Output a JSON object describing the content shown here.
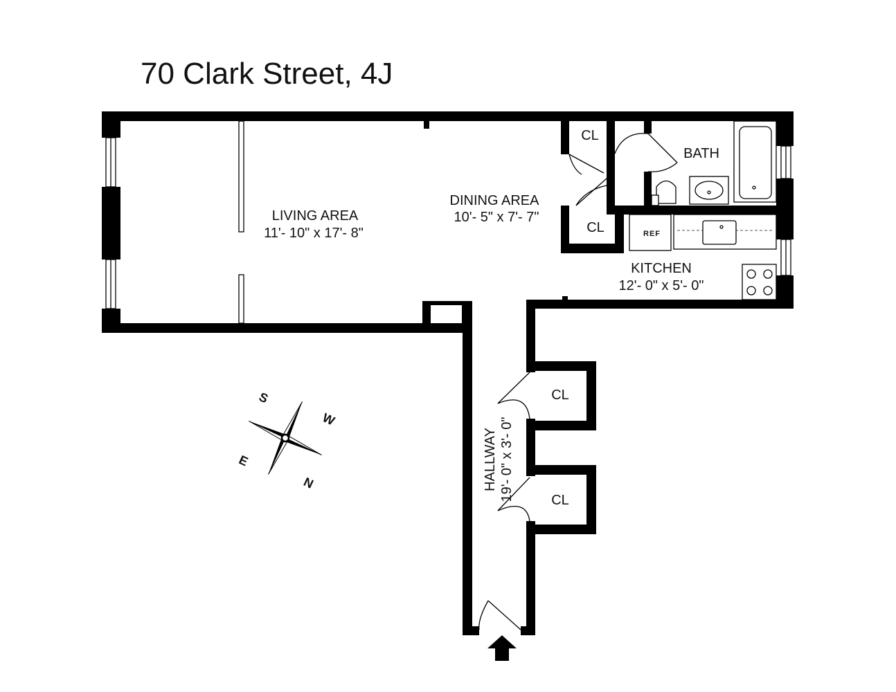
{
  "title": "70 Clark Street, 4J",
  "rooms": {
    "living": {
      "name": "LIVING AREA",
      "dims": "11'- 10\" x 17'- 8\""
    },
    "dining": {
      "name": "DINING AREA",
      "dims": "10'- 5\" x 7'- 7\""
    },
    "bath": {
      "name": "BATH"
    },
    "kitchen": {
      "name": "KITCHEN",
      "dims": "12'- 0\" x 5'- 0\""
    },
    "hallway": {
      "name": "HALLWAY",
      "dims": "19'- 0\" x 3'- 0\""
    },
    "closets": [
      "CL",
      "CL",
      "CL",
      "CL"
    ]
  },
  "fixtures": {
    "refrigerator": "REF"
  },
  "compass": {
    "north": "N",
    "south": "S",
    "east": "E",
    "west": "W"
  },
  "colors": {
    "wall": "#000000",
    "background": "#ffffff"
  },
  "icons": [
    "entry-arrow-icon",
    "compass-rose-icon"
  ]
}
